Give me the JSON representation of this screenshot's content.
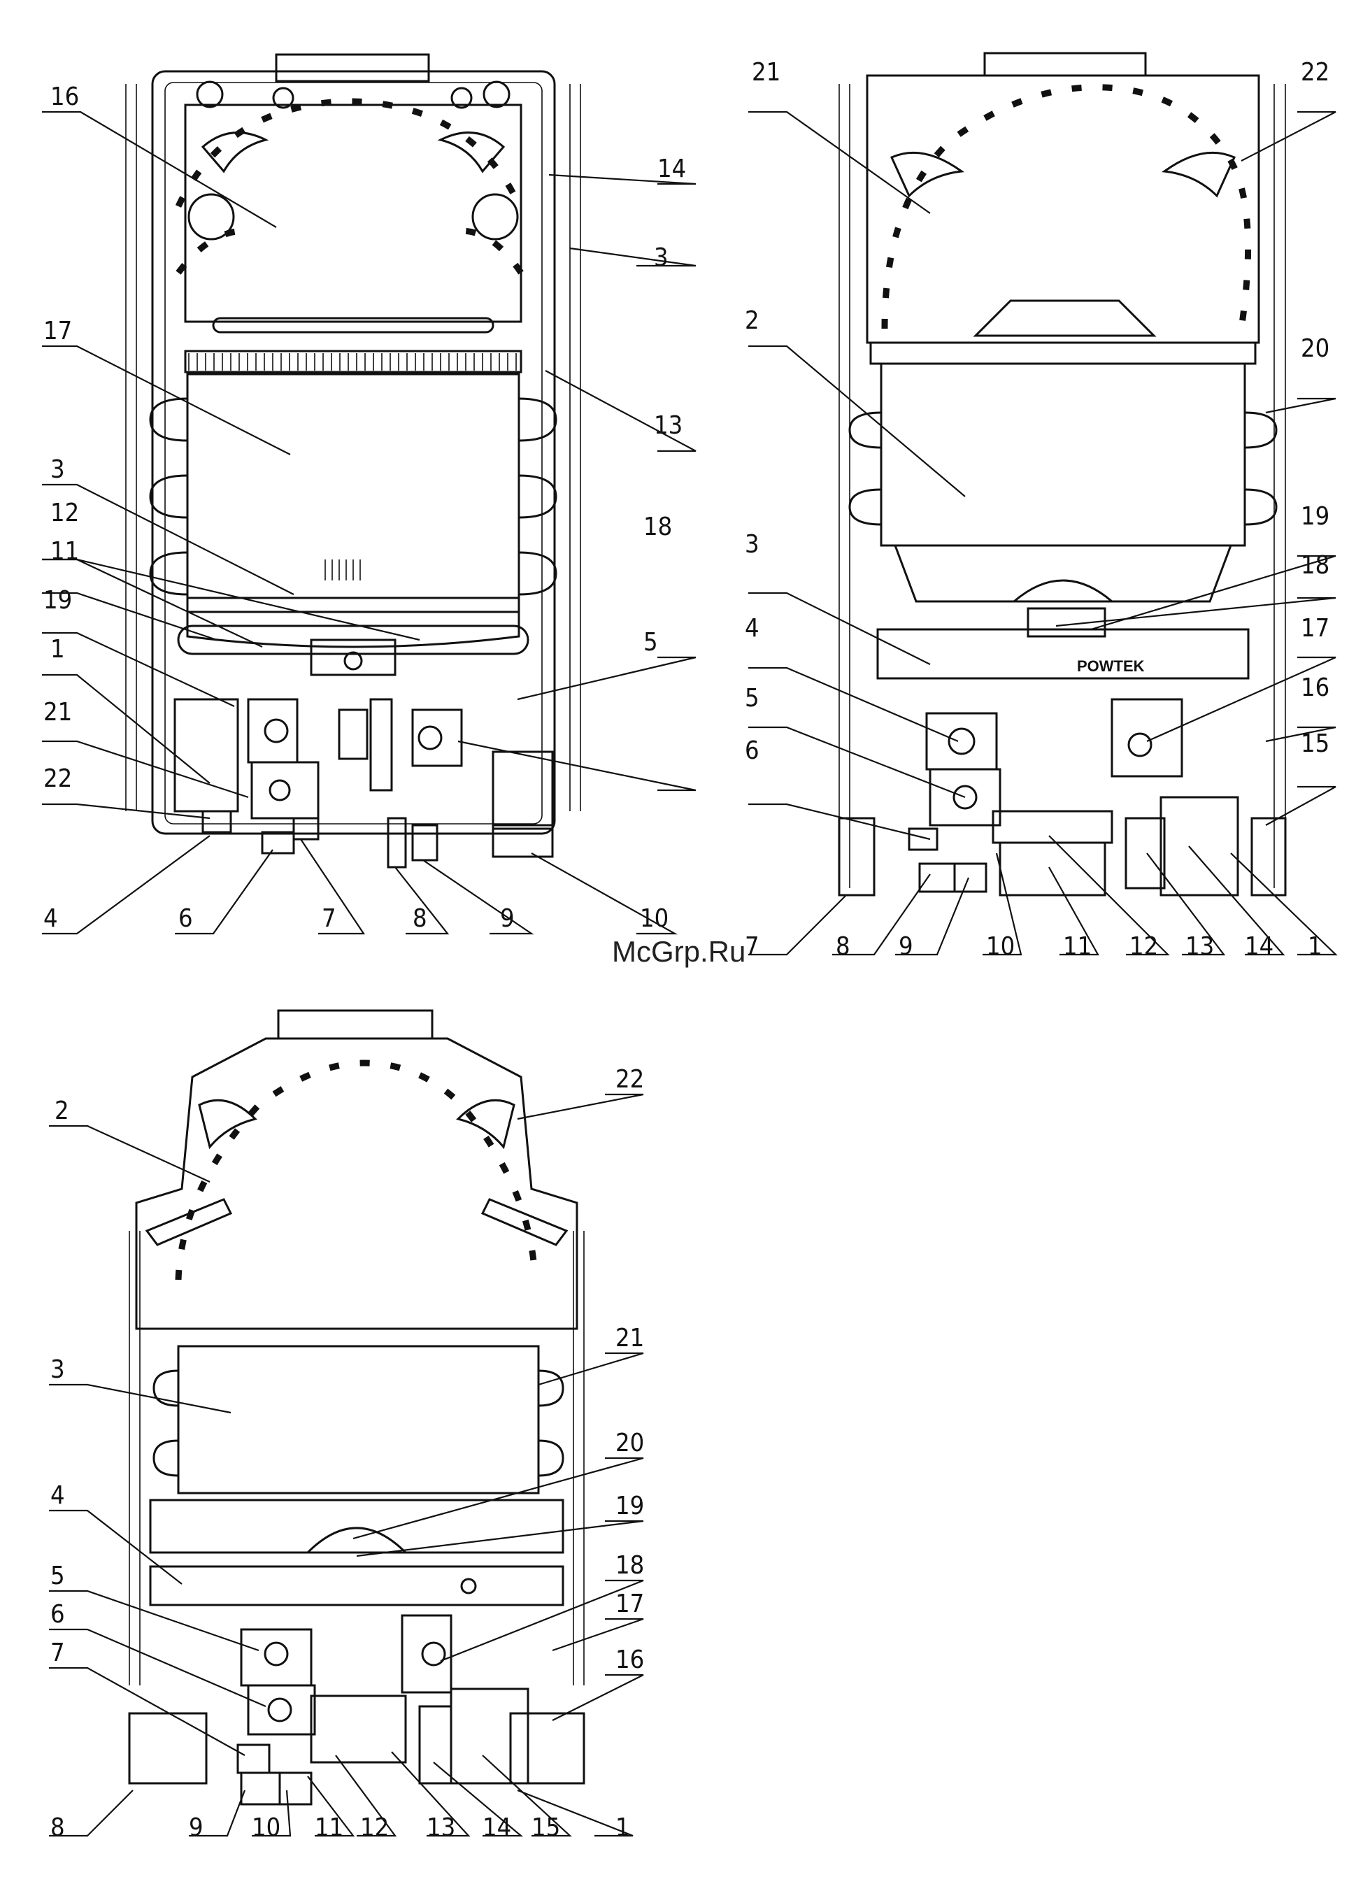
{
  "watermark": "McGrp.Ru",
  "brand_plate": "POWTEK",
  "diagrams": [
    {
      "id": "top-left",
      "labels": [
        "1",
        "3",
        "3",
        "4",
        "5",
        "6",
        "7",
        "8",
        "9",
        "10",
        "11",
        "12",
        "13",
        "14",
        "16",
        "17",
        "18",
        "19",
        "21",
        "22"
      ]
    },
    {
      "id": "top-right",
      "labels": [
        "1",
        "2",
        "3",
        "4",
        "5",
        "6",
        "7",
        "8",
        "9",
        "10",
        "11",
        "12",
        "13",
        "14",
        "15",
        "16",
        "17",
        "18",
        "19",
        "20",
        "21",
        "22"
      ]
    },
    {
      "id": "bottom",
      "labels": [
        "1",
        "2",
        "3",
        "4",
        "5",
        "6",
        "7",
        "8",
        "9",
        "10",
        "11",
        "12",
        "13",
        "14",
        "15",
        "16",
        "17",
        "18",
        "19",
        "20",
        "21",
        "22"
      ]
    }
  ]
}
